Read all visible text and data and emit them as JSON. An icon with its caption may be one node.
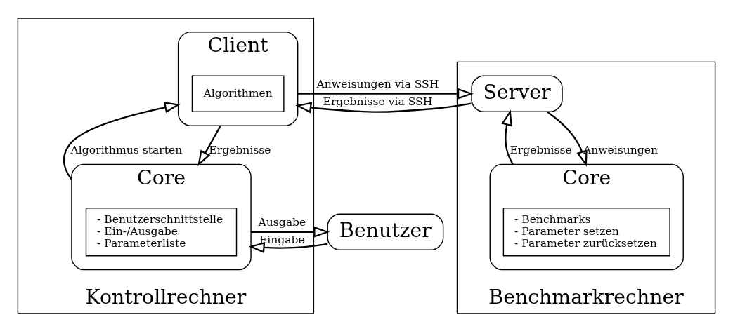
{
  "diagram": {
    "nodes": [
      {
        "text": [
          "Kontrollrechner"
        ]
      },
      {
        "text": [
          "Client"
        ],
        "in": 0
      },
      {
        "text": [
          "Algorithmen"
        ],
        "in": 1
      },
      {
        "text": [
          "Core"
        ],
        "in": 0
      },
      {
        "text": [
          "- Benutzerschnittstelle",
          "- Ein-/Ausgabe",
          "- Parameterliste"
        ],
        "in": 3
      },
      {
        "text": [
          "Benutzer"
        ]
      },
      {
        "text": [
          "Benchmarkrechner"
        ]
      },
      {
        "text": [
          "Server"
        ],
        "in": 6
      },
      {
        "text": [
          "Core"
        ],
        "in": 6
      },
      {
        "text": [
          "- Benchmarks",
          "- Parameter setzen",
          "- Parameter zurücksetzen"
        ],
        "in": 8
      }
    ],
    "edges": [
      {
        "from": 1,
        "to": 7,
        "arrow": "to",
        "label": "Anweisungen via SSH"
      },
      {
        "from": 7,
        "to": 1,
        "arrow": "to",
        "label": "Ergebnisse via SSH"
      },
      {
        "from": 3,
        "to": 1,
        "arrow": "to",
        "label": "Algorithmus starten"
      },
      {
        "from": 1,
        "to": 3,
        "arrow": "to",
        "label": "Ergebnisse"
      },
      {
        "from": 5,
        "to": 3,
        "arrow": "to",
        "label": "Eingabe"
      },
      {
        "from": 3,
        "to": 5,
        "arrow": "to",
        "label": "Ausgabe"
      },
      {
        "from": 8,
        "to": 7,
        "arrow": "to",
        "label": "Ergebnisse"
      },
      {
        "from": 7,
        "to": 8,
        "arrow": "to",
        "label": "Anweisungen"
      }
    ]
  }
}
